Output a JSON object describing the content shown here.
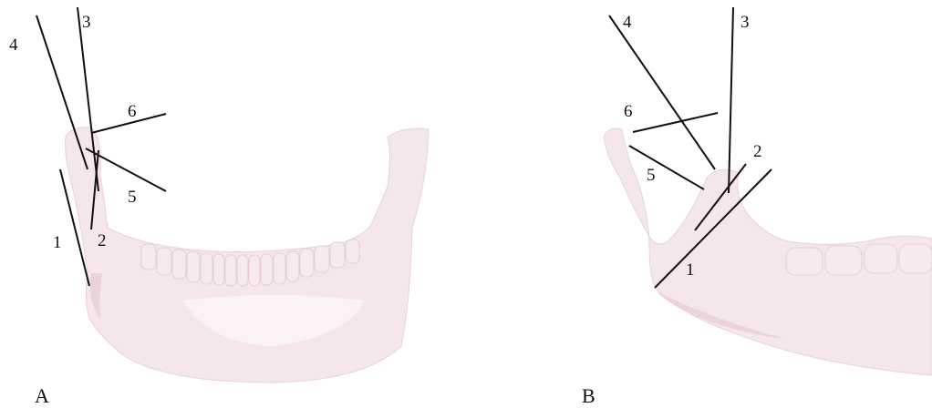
{
  "panels": [
    {
      "id": "A",
      "label": "A",
      "line_labels": [
        "1",
        "2",
        "3",
        "4",
        "5",
        "6"
      ]
    },
    {
      "id": "B",
      "label": "B",
      "line_labels": [
        "1",
        "2",
        "3",
        "4",
        "5",
        "6"
      ]
    }
  ],
  "colors": {
    "bone": "#f5e6ea",
    "line": "#111111",
    "background": "#ffffff"
  }
}
